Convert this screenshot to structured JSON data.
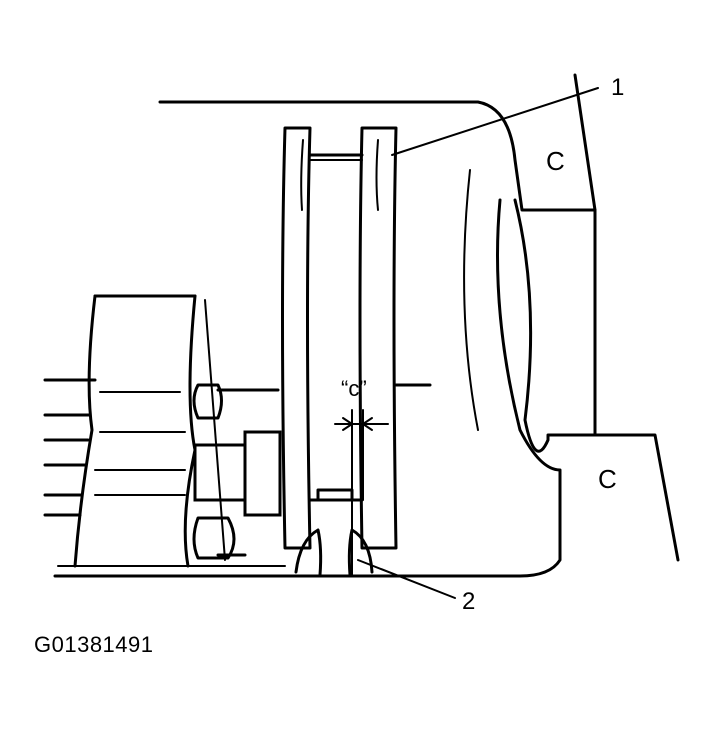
{
  "callouts": {
    "one": "1",
    "two": "2",
    "clearance": "“c”"
  },
  "casting_marks": {
    "upper": "C",
    "lower": "C"
  },
  "figure_id": "G01381491",
  "colors": {
    "ink": "#000000",
    "paper": "#ffffff"
  }
}
